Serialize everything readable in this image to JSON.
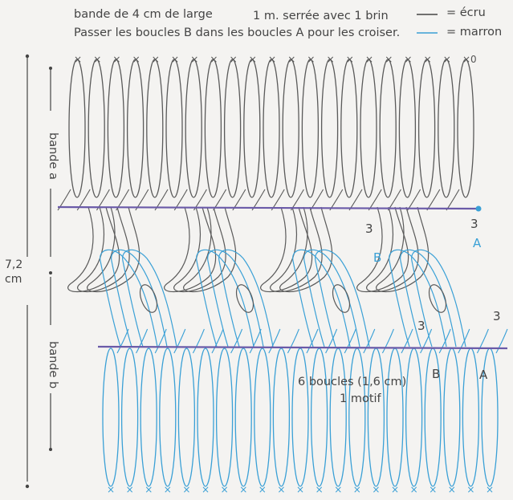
{
  "header": {
    "line1": "bande de 4 cm de large",
    "line1b": "1 m. serrée avec 1 brin",
    "line2": "Passer les boucles B dans les boucles A pour les croiser.",
    "legend_ecru": "= écru",
    "legend_marron": "= marron"
  },
  "left_axis": {
    "bande_a": "bande a",
    "bande_b": "bande b",
    "total_value": "7,2",
    "total_unit": "cm"
  },
  "annotations": {
    "count_3_a_left": "3",
    "count_3_a_right": "3",
    "label_A_top": "A",
    "label_B_top": "B",
    "count_3_b_left": "3",
    "count_3_b_right": "3",
    "loops_note": "6 boucles (1,6 cm)",
    "motif_note": "1 motif",
    "label_B_bottom": "B",
    "label_A_bottom": "A"
  },
  "top_marks": {
    "cross": "×",
    "count": 21,
    "end": "×0"
  },
  "bottom_marks": {
    "cross": "×",
    "count": 21
  },
  "colors": {
    "ecru": "#5a5a5a",
    "marron": "#3aa0d6",
    "bar": "#6a5aa8"
  }
}
